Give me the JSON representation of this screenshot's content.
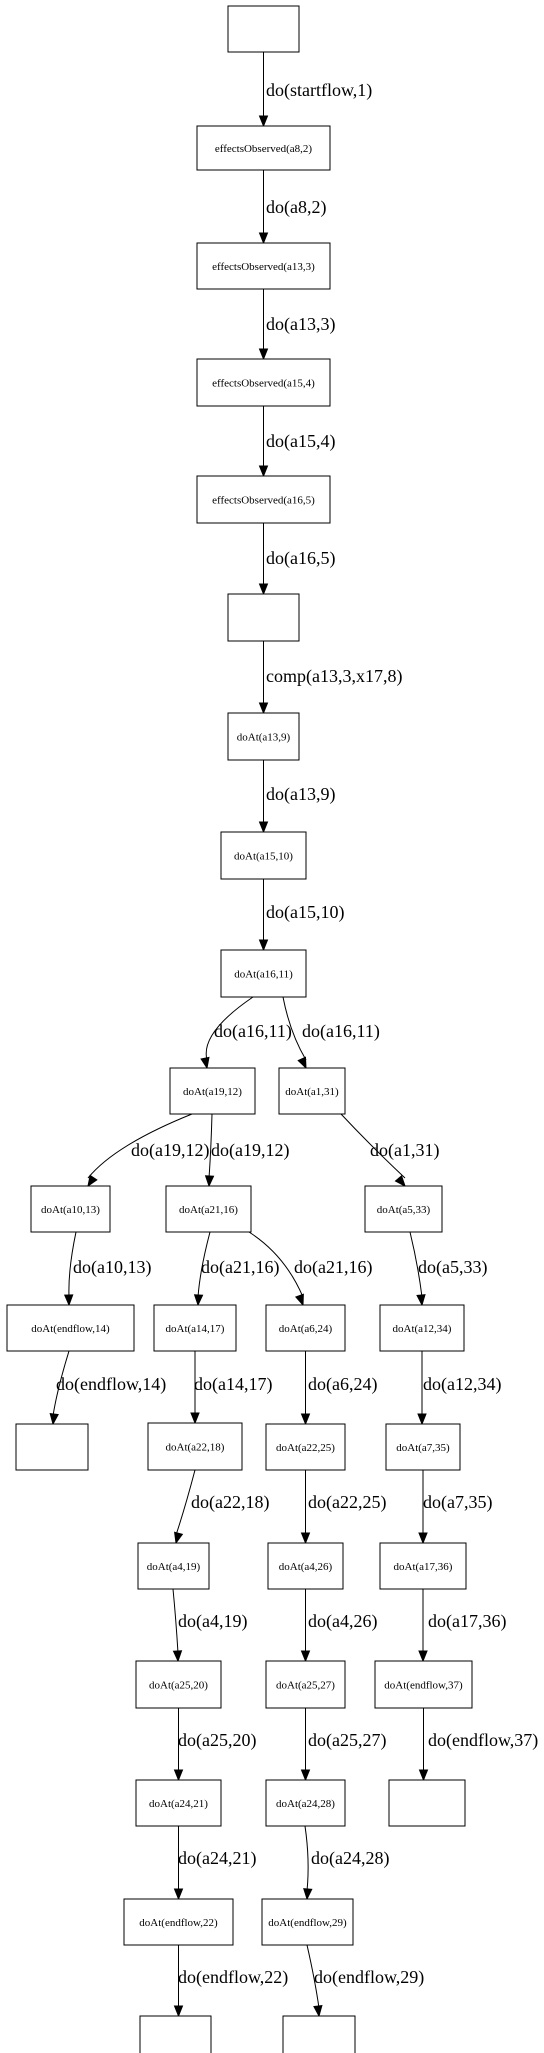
{
  "colors": {
    "stroke": "#000000",
    "background": "#ffffff"
  },
  "nodes": [
    {
      "id": "n0",
      "label": ""
    },
    {
      "id": "n1",
      "label": "effectsObserved(a8,2)"
    },
    {
      "id": "n2",
      "label": "effectsObserved(a13,3)"
    },
    {
      "id": "n3",
      "label": "effectsObserved(a15,4)"
    },
    {
      "id": "n4",
      "label": "effectsObserved(a16,5)"
    },
    {
      "id": "n5",
      "label": ""
    },
    {
      "id": "n6",
      "label": "doAt(a13,9)"
    },
    {
      "id": "n7",
      "label": "doAt(a15,10)"
    },
    {
      "id": "n8",
      "label": "doAt(a16,11)"
    },
    {
      "id": "n9",
      "label": "doAt(a19,12)"
    },
    {
      "id": "n10",
      "label": "doAt(a1,31)"
    },
    {
      "id": "n11",
      "label": "doAt(a10,13)"
    },
    {
      "id": "n12",
      "label": "doAt(a21,16)"
    },
    {
      "id": "n13",
      "label": "doAt(a5,33)"
    },
    {
      "id": "n14",
      "label": "doAt(endflow,14)"
    },
    {
      "id": "n15",
      "label": "doAt(a14,17)"
    },
    {
      "id": "n16",
      "label": "doAt(a6,24)"
    },
    {
      "id": "n17",
      "label": "doAt(a12,34)"
    },
    {
      "id": "n18",
      "label": ""
    },
    {
      "id": "n19",
      "label": "doAt(a22,18)"
    },
    {
      "id": "n20",
      "label": "doAt(a22,25)"
    },
    {
      "id": "n21",
      "label": "doAt(a7,35)"
    },
    {
      "id": "n22",
      "label": "doAt(a4,19)"
    },
    {
      "id": "n23",
      "label": "doAt(a4,26)"
    },
    {
      "id": "n24",
      "label": "doAt(a17,36)"
    },
    {
      "id": "n25",
      "label": "doAt(a25,20)"
    },
    {
      "id": "n26",
      "label": "doAt(a25,27)"
    },
    {
      "id": "n27",
      "label": "doAt(endflow,37)"
    },
    {
      "id": "n28",
      "label": "doAt(a24,21)"
    },
    {
      "id": "n29",
      "label": "doAt(a24,28)"
    },
    {
      "id": "n30",
      "label": ""
    },
    {
      "id": "n31",
      "label": "doAt(endflow,22)"
    },
    {
      "id": "n32",
      "label": "doAt(endflow,29)"
    },
    {
      "id": "n33",
      "label": ""
    },
    {
      "id": "n34",
      "label": ""
    }
  ],
  "edges": [
    {
      "id": "e1",
      "from": "n0",
      "to": "n1",
      "label": "do(startflow,1)"
    },
    {
      "id": "e2",
      "from": "n1",
      "to": "n2",
      "label": "do(a8,2)"
    },
    {
      "id": "e3",
      "from": "n2",
      "to": "n3",
      "label": "do(a13,3)"
    },
    {
      "id": "e4",
      "from": "n3",
      "to": "n4",
      "label": "do(a15,4)"
    },
    {
      "id": "e5",
      "from": "n4",
      "to": "n5",
      "label": "do(a16,5)"
    },
    {
      "id": "e6",
      "from": "n5",
      "to": "n6",
      "label": "comp(a13,3,x17,8)"
    },
    {
      "id": "e7",
      "from": "n6",
      "to": "n7",
      "label": "do(a13,9)"
    },
    {
      "id": "e8",
      "from": "n7",
      "to": "n8",
      "label": "do(a15,10)"
    },
    {
      "id": "e9",
      "from": "n8",
      "to": "n9",
      "label": "do(a16,11)"
    },
    {
      "id": "e10",
      "from": "n8",
      "to": "n10",
      "label": "do(a16,11)"
    },
    {
      "id": "e11",
      "from": "n9",
      "to": "n11",
      "label": "do(a19,12)"
    },
    {
      "id": "e12",
      "from": "n9",
      "to": "n12",
      "label": "do(a19,12)"
    },
    {
      "id": "e13",
      "from": "n10",
      "to": "n13",
      "label": "do(a1,31)"
    },
    {
      "id": "e14",
      "from": "n11",
      "to": "n14",
      "label": "do(a10,13)"
    },
    {
      "id": "e15",
      "from": "n12",
      "to": "n15",
      "label": "do(a21,16)"
    },
    {
      "id": "e16",
      "from": "n12",
      "to": "n16",
      "label": "do(a21,16)"
    },
    {
      "id": "e17",
      "from": "n13",
      "to": "n17",
      "label": "do(a5,33)"
    },
    {
      "id": "e18",
      "from": "n14",
      "to": "n18",
      "label": "do(endflow,14)"
    },
    {
      "id": "e19",
      "from": "n15",
      "to": "n19",
      "label": "do(a14,17)"
    },
    {
      "id": "e20",
      "from": "n16",
      "to": "n20",
      "label": "do(a6,24)"
    },
    {
      "id": "e21",
      "from": "n17",
      "to": "n21",
      "label": "do(a12,34)"
    },
    {
      "id": "e22",
      "from": "n19",
      "to": "n22",
      "label": "do(a22,18)"
    },
    {
      "id": "e23",
      "from": "n20",
      "to": "n23",
      "label": "do(a22,25)"
    },
    {
      "id": "e24",
      "from": "n21",
      "to": "n24",
      "label": "do(a7,35)"
    },
    {
      "id": "e25",
      "from": "n22",
      "to": "n25",
      "label": "do(a4,19)"
    },
    {
      "id": "e26",
      "from": "n23",
      "to": "n26",
      "label": "do(a4,26)"
    },
    {
      "id": "e27",
      "from": "n24",
      "to": "n27",
      "label": "do(a17,36)"
    },
    {
      "id": "e28",
      "from": "n25",
      "to": "n28",
      "label": "do(a25,20)"
    },
    {
      "id": "e29",
      "from": "n26",
      "to": "n29",
      "label": "do(a25,27)"
    },
    {
      "id": "e30",
      "from": "n27",
      "to": "n30",
      "label": "do(endflow,37)"
    },
    {
      "id": "e31",
      "from": "n28",
      "to": "n31",
      "label": "do(a24,21)"
    },
    {
      "id": "e32",
      "from": "n29",
      "to": "n32",
      "label": "do(a24,28)"
    },
    {
      "id": "e33",
      "from": "n31",
      "to": "n33",
      "label": "do(endflow,22)"
    },
    {
      "id": "e34",
      "from": "n32",
      "to": "n34",
      "label": "do(endflow,29)"
    }
  ]
}
